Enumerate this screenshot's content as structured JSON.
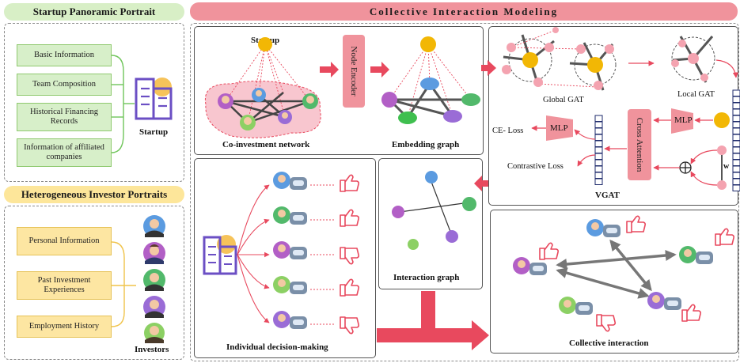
{
  "headers": {
    "startup_panel": "Startup Panoramic Portrait",
    "main": "Collective Interaction Modeling",
    "investor_panel": "Heterogeneous Investor Portraits"
  },
  "startup_attributes": [
    "Basic Information",
    "Team Composition",
    "Historical Financing Records",
    "Information of affiliated companies"
  ],
  "startup_label": "Startup",
  "investor_attributes": [
    "Personal Information",
    "Past Investment Experiences",
    "Employment History"
  ],
  "investors_label": "Investors",
  "network_panel": {
    "startup_label": "Startup",
    "node_encoder": "Node Encoder",
    "caption_left": "Co-investment network",
    "caption_right": "Embedding graph"
  },
  "vgat_panel": {
    "global_gat": "Global GAT",
    "local_gat": "Local GAT",
    "mlp_right": "MLP",
    "mlp_left": "MLP",
    "cross_attention": "Cross Attention",
    "ce_loss": "CE- Loss",
    "contrastive_loss": "Contrastive Loss",
    "w": "w",
    "caption": "VGAT"
  },
  "decision_panel": {
    "caption": "Individual decision-making"
  },
  "interaction_graph": {
    "caption": "Interaction graph"
  },
  "collective_panel": {
    "caption": "Collective interaction"
  },
  "colors": {
    "pink_header": "#f0939c",
    "startup_header": "#d8efc6",
    "investor_header": "#fde69a",
    "arrow_red": "#e8495e",
    "node_pink": "#f4a3b0",
    "node_gold": "#f2b705",
    "node_purple": "#b25fc6",
    "node_green": "#52b96b",
    "node_blue": "#5b9be0",
    "node_violet": "#9a6cd6",
    "startup_icon": "#6b4fc4"
  }
}
